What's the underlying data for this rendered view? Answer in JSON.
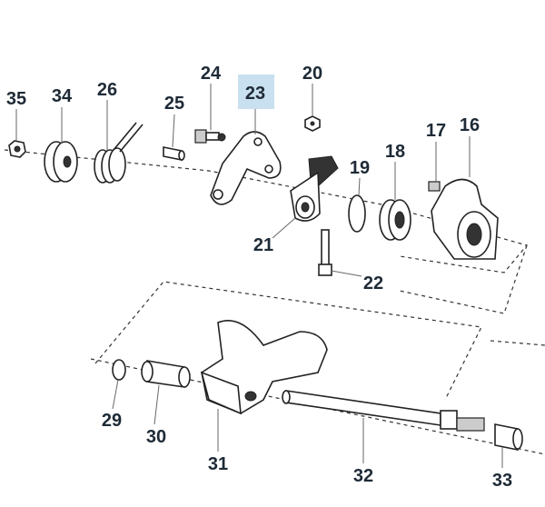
{
  "diagram": {
    "highlighted_part": "23",
    "highlight_color": "#c8e0ef",
    "labels": [
      "35",
      "34",
      "26",
      "25",
      "24",
      "23",
      "20",
      "19",
      "18",
      "17",
      "16",
      "21",
      "22",
      "29",
      "30",
      "31",
      "32",
      "33"
    ]
  }
}
